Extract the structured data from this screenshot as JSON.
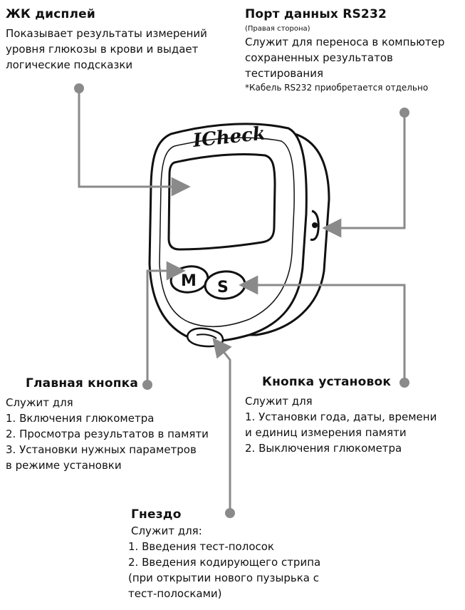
{
  "lcd": {
    "title": "ЖК дисплей",
    "lines": [
      "Показывает результаты измерений",
      "уровня глюкозы в крови и выдает",
      "логические подсказки"
    ]
  },
  "port": {
    "title": "Порт данных RS232",
    "side": "(Правая сторона)",
    "lines": [
      "Служит для переноса в компьютер",
      "сохраненных результатов",
      "тестирования"
    ],
    "note": "*Кабель RS232 приобретается отдельно"
  },
  "main_button": {
    "title": "Главная кнопка",
    "lines": [
      "Служит для",
      "1. Включения глюкометра",
      "2. Просмотра результатов в памяти",
      "3. Установки нужных параметров",
      "в режиме установки"
    ]
  },
  "set_button": {
    "title": "Кнопка установок",
    "lines": [
      "Служит для",
      "1. Установки года, даты, времени",
      "и единиц измерения памяти",
      "2. Выключения глюкометра"
    ]
  },
  "slot": {
    "title": "Гнездо",
    "lines": [
      "Служит для:",
      "1. Введения тест-полосок",
      "2. Введения кодирующего стрипа",
      "(при открытии нового пузырька с",
      "тест-полосками)"
    ]
  },
  "device": {
    "brand": "ICheck",
    "button_m": "M",
    "button_s": "S"
  },
  "colors": {
    "ink": "#111111",
    "callout": "#8a8a8a",
    "body": "#ffffff"
  }
}
